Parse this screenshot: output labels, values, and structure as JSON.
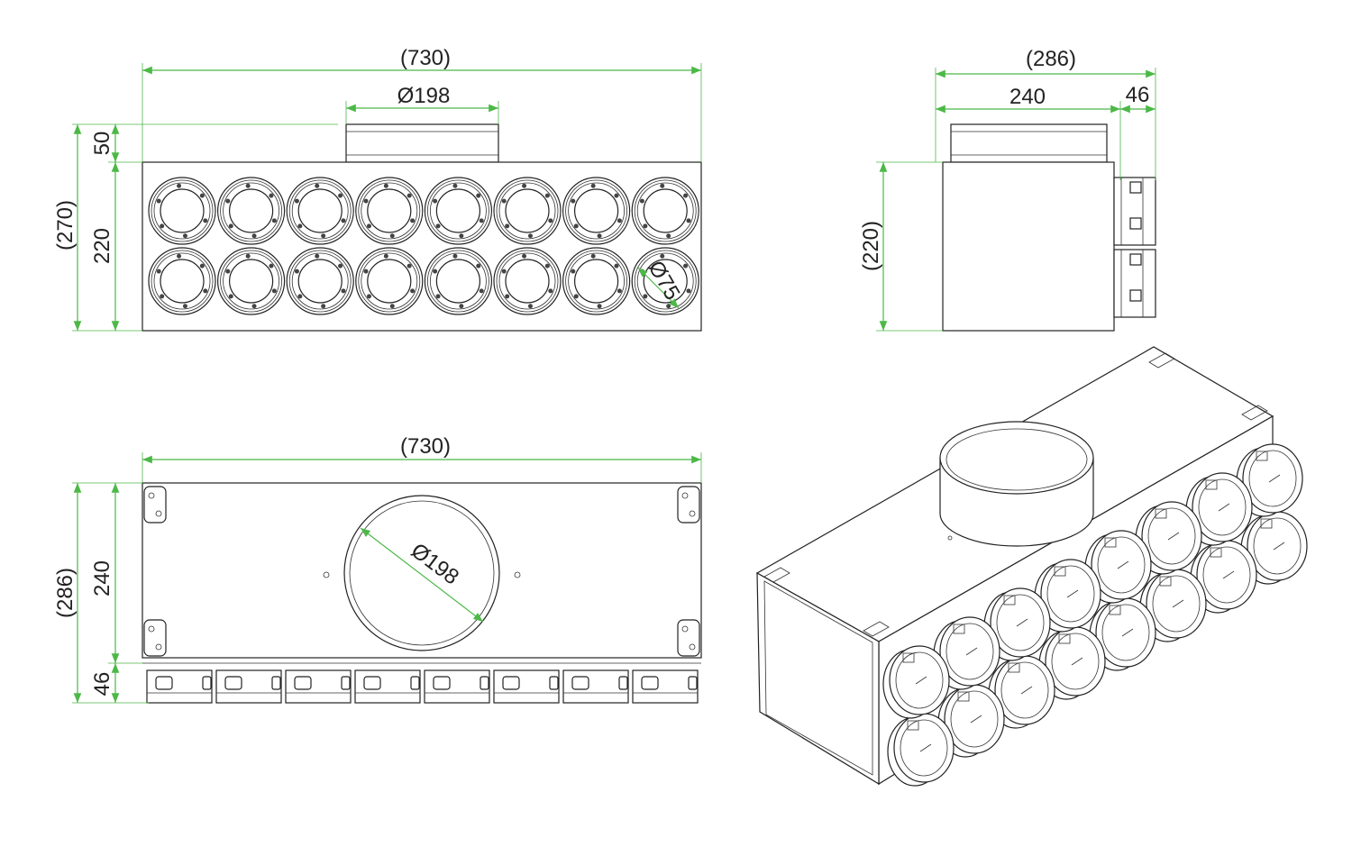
{
  "colors": {
    "dimension": "#4cb847",
    "outline": "#222222"
  },
  "front_view": {
    "width_overall": "(730)",
    "collar_diameter": "Ø198",
    "height_overall": "(270)",
    "collar_height": "50",
    "body_height": "220",
    "outlet_diameter": "Ø75",
    "outlet_rows": 2,
    "outlet_columns": 8
  },
  "side_view": {
    "depth_overall": "(286)",
    "body_depth": "240",
    "outlet_depth": "46",
    "body_height": "(220)"
  },
  "bottom_view": {
    "width_overall": "(730)",
    "depth_overall": "(286)",
    "body_depth": "240",
    "outlet_depth": "46",
    "collar_diameter": "Ø198"
  }
}
